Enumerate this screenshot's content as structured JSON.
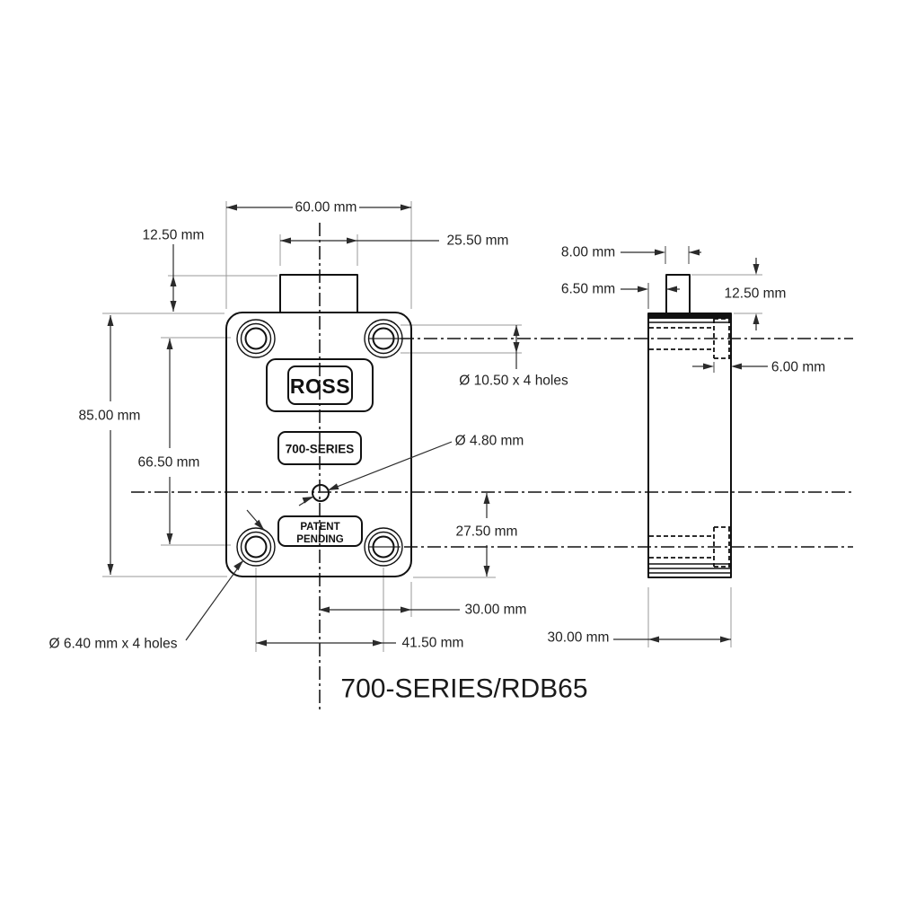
{
  "title": "700-SERIES/RDB65",
  "part_labels": {
    "brand": "ROSS",
    "series": "700-SERIES",
    "patent_line1": "PATENT",
    "patent_line2": "PENDING"
  },
  "dims": {
    "front_width": "60.00 mm",
    "front_tab_height": "12.50 mm",
    "front_tab_width": "25.50 mm",
    "front_top_holes": "Ø 10.50 x 4 holes",
    "front_height": "85.00 mm",
    "front_hole_span_v": "66.50 mm",
    "front_center_hole": "Ø 4.80 mm",
    "front_center_to_bottom": "27.50 mm",
    "front_center_to_edge": "30.00 mm",
    "front_hole_span_h": "41.50 mm",
    "front_bottom_holes": "Ø 6.40 mm x 4 holes",
    "side_tab_width": "8.00 mm",
    "side_tab_offset": "6.50 mm",
    "side_tab_height": "12.50 mm",
    "side_cbore_depth": "6.00 mm",
    "side_depth": "30.00 mm"
  },
  "colors": {
    "background": "#ffffff",
    "object_line": "#111111",
    "dimension_line": "#2b2b2b",
    "extension_line": "#9a9a9a"
  }
}
